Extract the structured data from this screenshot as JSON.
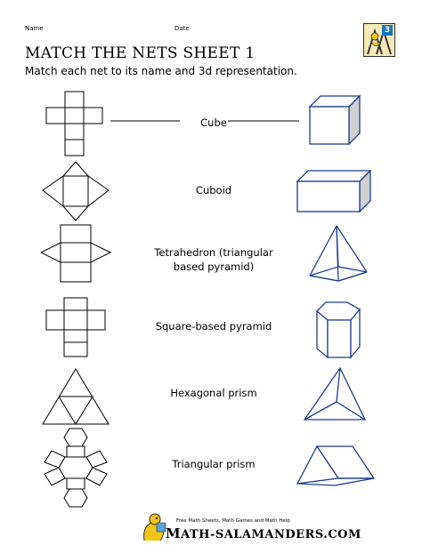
{
  "header": {
    "name_label": "Name",
    "date_label": "Date",
    "title": "MATCH THE NETS SHEET 1",
    "instruction": "Match each net to its name and 3d representation.",
    "badge_number": "3"
  },
  "rows": [
    {
      "label": "Cube"
    },
    {
      "label": "Cuboid"
    },
    {
      "label": "Tetrahedron (triangular based pyramid)"
    },
    {
      "label": "Square-based pyramid"
    },
    {
      "label": "Hexagonal prism"
    },
    {
      "label": "Triangular prism"
    }
  ],
  "footer": {
    "tagline": "Free Math Sheets, Math Games and Math Help",
    "brand": "ATH-SALAMANDERS.COM"
  },
  "colors": {
    "shape_stroke": "#1f3f8a",
    "net_stroke": "#000000",
    "logo_yellow": "#f0c419"
  }
}
